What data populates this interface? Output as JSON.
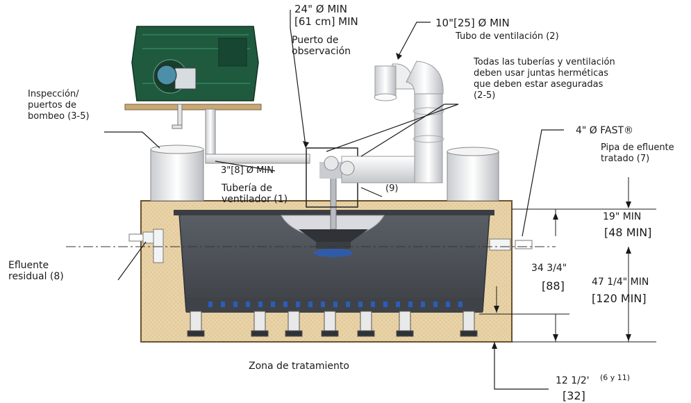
{
  "labels": {
    "obs_dia": "24\" Ø MIN",
    "obs_cm": "[61 cm] MIN",
    "obs_port": "Puerto de\nobservación",
    "vent_dia": "10\"[25]  Ø MIN",
    "vent_tube": "Tubo de ventilación (2)",
    "seal_note": "Todas las tuberías y ventilación\ndeben usar juntas herméticas\nque deben estar aseguradas\n(2-5)",
    "inspection": "Inspección/\npuertos de\nbombeo (3-5)",
    "fast_dia": "4\" Ø  FAST®",
    "treated": "Pipa de efluente\ntratado (7)",
    "fan_dia": "3\"[8] Ø MIN",
    "fan_pipe": "Tubería de\nventilador (1)",
    "item9": "(9)",
    "residual": "Efluente\nresidual (8)",
    "zone": "Zona de tratamiento",
    "d19": "19\" MIN",
    "d48": "[48 MIN]",
    "d34": "34 3/4\"",
    "d88": "[88]",
    "d47": "47 1/4\" MIN",
    "d120": "[120 MIN]",
    "d12": "12 1/2'",
    "d6y11": "(6 y 11)",
    "d32": "[32]"
  },
  "colors": {
    "sand": "#e8d2a6",
    "sand_edge": "#6b5130",
    "tank": "#4b4f55",
    "tank_dark": "#2f3237",
    "pipe": "#f2f3f4",
    "blower": "#1f5a3f",
    "accent_blue": "#2b5db8"
  },
  "icons": [
    "blower-unit-icon",
    "vent-pipe-icon",
    "septic-tank-icon"
  ]
}
